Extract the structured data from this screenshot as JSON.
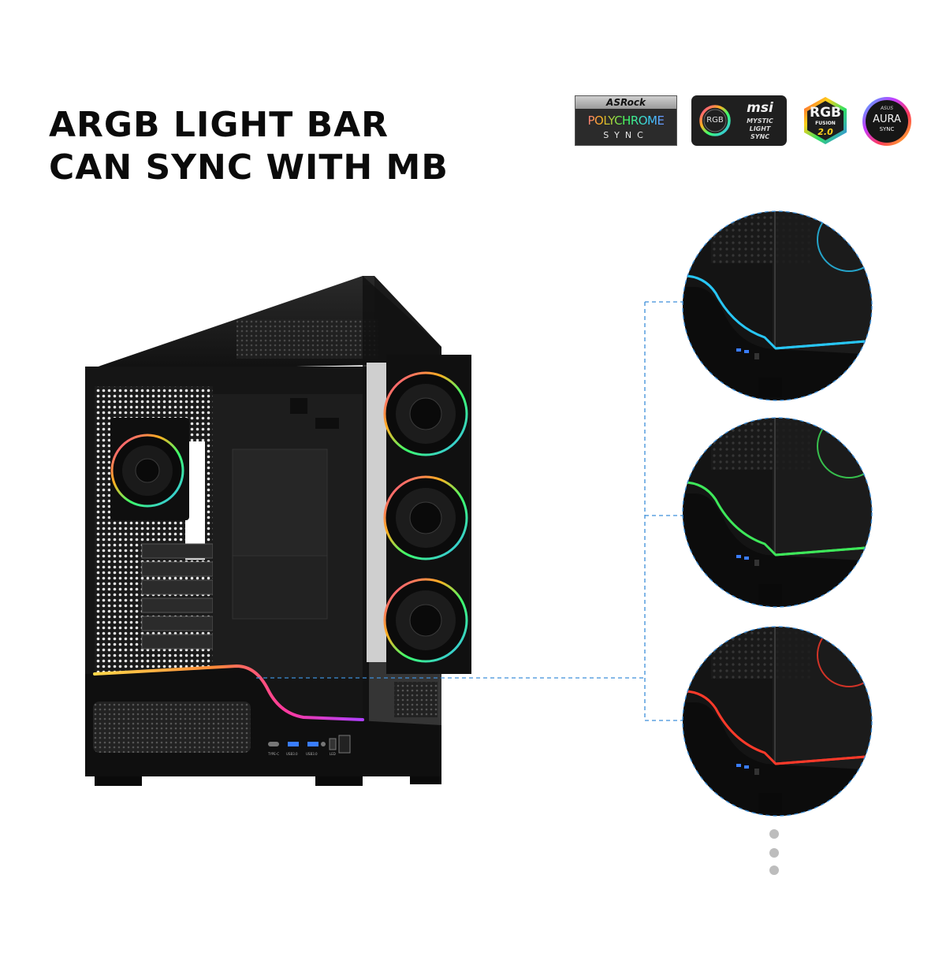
{
  "headline": {
    "line1": "ARGB LIGHT BAR",
    "line2": "CAN SYNC WITH MB"
  },
  "compatibility_logos": [
    {
      "id": "asrock",
      "brand": "ASRock",
      "line1": "POLYCHROME",
      "line2": "SYNC"
    },
    {
      "id": "msi",
      "ring_label": "RGB",
      "brand": "msi",
      "sub": [
        "MYSTIC",
        "LIGHT",
        "SYNC"
      ]
    },
    {
      "id": "gigabyte",
      "big": "RGB",
      "small": "FUSION",
      "version": "2.0"
    },
    {
      "id": "asus",
      "brand": "ASUS",
      "main": "AURA",
      "sub": "SYNC"
    }
  ],
  "front_panel": {
    "labels": [
      "TYPE-C",
      "USB3.0",
      "USB3.0",
      "LED"
    ]
  },
  "zoom_views": [
    {
      "name": "blue",
      "color": "#28c6f5"
    },
    {
      "name": "green",
      "color": "#3ee85a"
    },
    {
      "name": "red",
      "color": "#ff3a2a"
    }
  ],
  "colors": {
    "headline_text": "#0b0b0b",
    "case_body": "#141414",
    "callout_line": "#3d8fd9",
    "light_bar_gradient": [
      "#ffd84a",
      "#ff4fa0",
      "#c040ff"
    ],
    "more_dots": "#bdbdbd"
  },
  "more_indicator": {
    "count": 3
  }
}
